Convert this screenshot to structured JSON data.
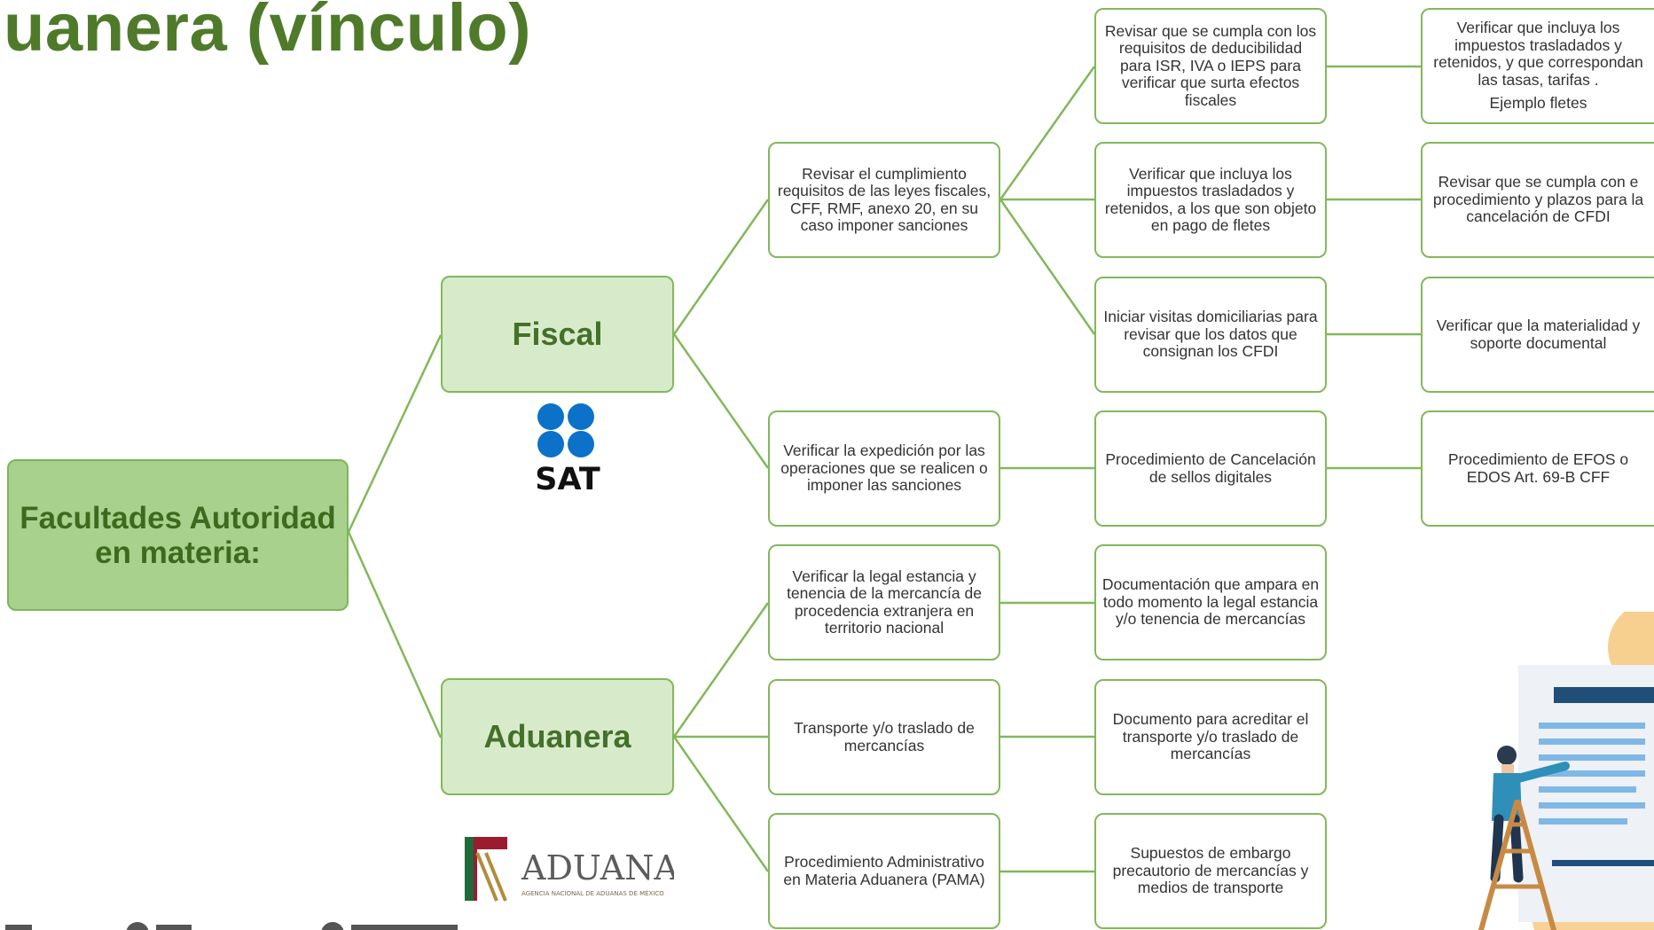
{
  "title": "uanera (vínculo)",
  "root": {
    "label": "Facultades Autoridad en materia:"
  },
  "branches": {
    "fiscal": {
      "label": "Fiscal"
    },
    "aduanera": {
      "label": "Aduanera"
    }
  },
  "logos": {
    "sat": {
      "text": "SAT"
    },
    "aduanas": {
      "text": "ADUANAS",
      "subtext": "AGENCIA NACIONAL DE ADUANAS DE MÉXICO"
    }
  },
  "nodes": {
    "fiscal_1": "Revisar el cumplimiento requisitos de las leyes fiscales, CFF, RMF, anexo 20, en su caso imponer sanciones",
    "fiscal_2": "Verificar la expedición por las operaciones que se realicen o imponer las sanciones",
    "fiscal_1_a": "Revisar que se cumpla con los requisitos de deducibilidad para ISR, IVA o IEPS para verificar que surta efectos fiscales",
    "fiscal_1_b": "Verificar que incluya los impuestos trasladados y retenidos, a los que son objeto en pago de fletes",
    "fiscal_1_c": "Iniciar visitas domiciliarias para revisar que los datos que consignan los CFDI",
    "fiscal_2_a": "Procedimiento de Cancelación de sellos digitales",
    "fiscal_1_a_x": "Verificar que incluya los impuestos trasladados y retenidos, y que correspondan las tasas, tarifas .",
    "fiscal_1_a_x2": "Ejemplo  fletes",
    "fiscal_1_b_x": "Revisar que se cumpla con e procedimiento y plazos para la cancelación de CFDI",
    "fiscal_1_c_x": "Verificar que la materialidad y soporte documental",
    "fiscal_2_a_x": "Procedimiento de EFOS o EDOS Art. 69-B CFF",
    "aduanera_1": "Verificar la legal estancia y tenencia de la mercancía de procedencia extranjera en territorio nacional",
    "aduanera_2": "Transporte y/o traslado  de mercancías",
    "aduanera_3": "Procedimiento Administrativo en Materia Aduanera (PAMA)",
    "aduanera_1_a": "Documentación que ampara en todo momento la legal estancia  y/o tenencia de mercancías",
    "aduanera_2_a": "Documento para  acreditar el transporte y/o traslado de mercancías",
    "aduanera_3_a": "Supuestos de embargo precautorio de mercancías y medios de transporte"
  },
  "colors": {
    "title": "#4f7a2a",
    "connector": "#82b85a",
    "root_fill": "#a9d18e",
    "branch_fill": "#d7ebca",
    "sat_blue": "#0b71c9"
  }
}
